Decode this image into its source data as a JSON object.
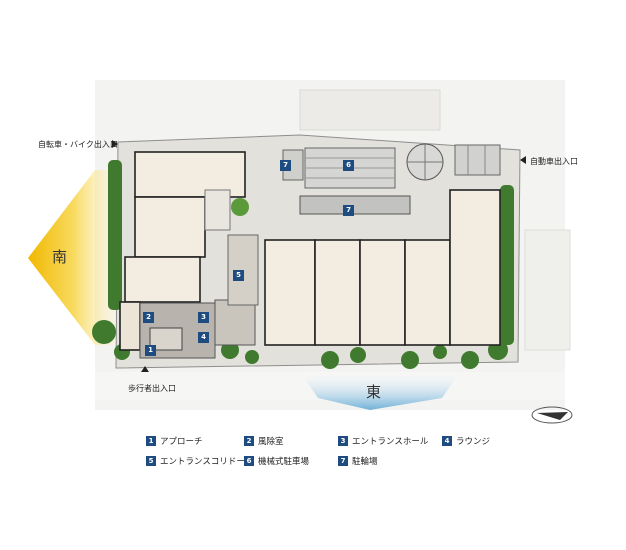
{
  "labels": {
    "bike_entrance": "自転車・バイク出入口",
    "car_entrance": "自動車出入口",
    "pedestrian_entrance": "歩行者出入口"
  },
  "directions": {
    "south": "南",
    "east": "東"
  },
  "markers": [
    "1",
    "2",
    "3",
    "4",
    "5",
    "6",
    "7",
    "7"
  ],
  "legend": [
    {
      "num": "1",
      "label": "アプローチ"
    },
    {
      "num": "2",
      "label": "風除室"
    },
    {
      "num": "3",
      "label": "エントランスホール"
    },
    {
      "num": "4",
      "label": "ラウンジ"
    },
    {
      "num": "5",
      "label": "エントランスコリドー"
    },
    {
      "num": "6",
      "label": "機械式駐車場"
    },
    {
      "num": "7",
      "label": "駐輪場"
    }
  ],
  "colors": {
    "badge": "#1f4c80",
    "south_arrow": "#f3c21a",
    "east_arrow": "#7fb8dc",
    "greenery": "#3f7a2e"
  }
}
